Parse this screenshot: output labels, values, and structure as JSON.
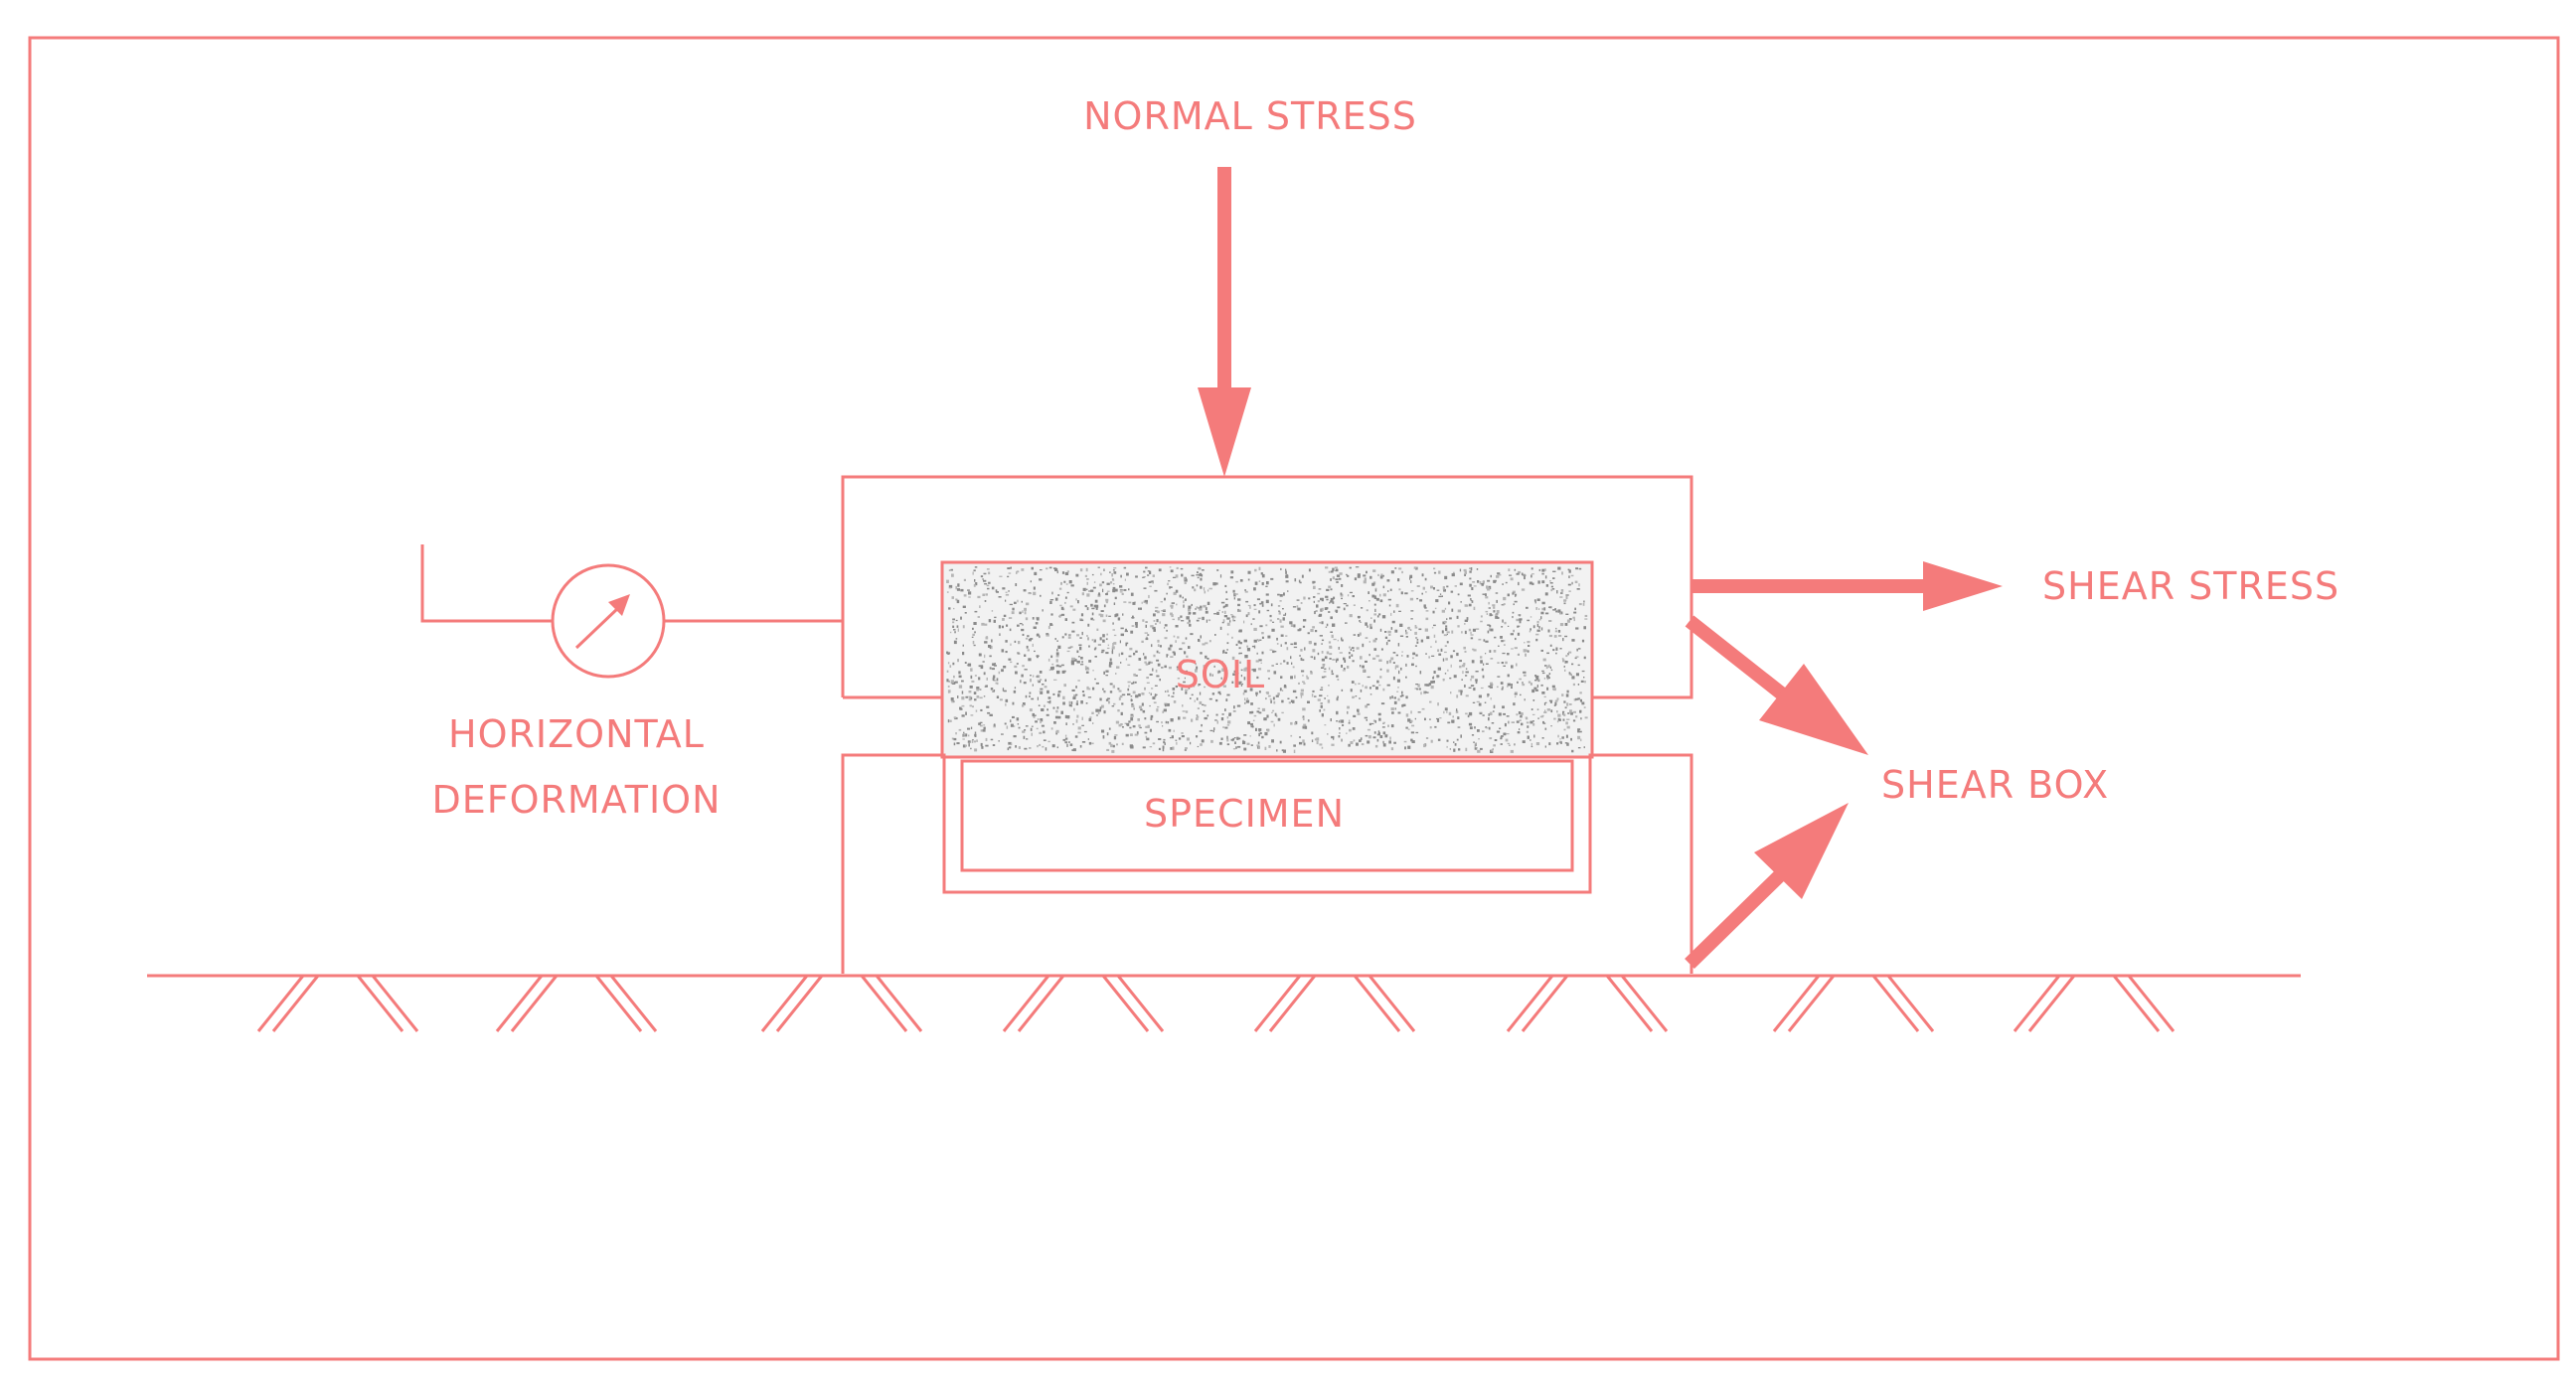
{
  "colors": {
    "line": "#f47b7b",
    "text": "#f47b7b",
    "soil_dot": "#8a8a8a",
    "background": "#ffffff"
  },
  "labels": {
    "normal_stress": "NORMAL STRESS",
    "shear_stress": "SHEAR STRESS",
    "soil": "SOIL",
    "specimen": "SPECIMEN",
    "shear_box": "SHEAR BOX",
    "horizontal": "HORIZONTAL",
    "deformation": "DEFORMATION"
  },
  "icons": {
    "gauge": "dial-gauge-icon"
  }
}
